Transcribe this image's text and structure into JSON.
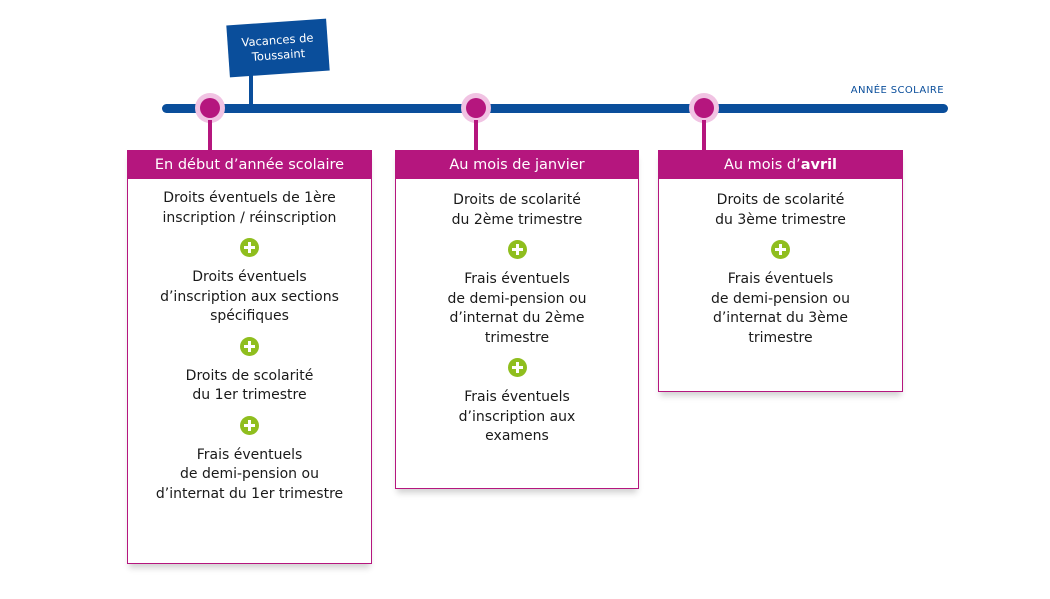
{
  "timeline": {
    "label": "ANNÉE SCOLAIRE"
  },
  "flag": {
    "line1": "Vacances de",
    "line2": "Toussaint"
  },
  "colors": {
    "timeline": "#0a4e9b",
    "accent": "#b5167e",
    "marker_halo": "#f1c3e3",
    "plus": "#8fbe1e"
  },
  "icons": {
    "plus": "plus-circle-icon"
  },
  "cards": [
    {
      "title": "En début d’année scolaire",
      "items": [
        [
          "Droits éventuels de 1ère",
          "inscription / réinscription"
        ],
        [
          "Droits éventuels",
          "d’inscription aux sections",
          "spécifiques"
        ],
        [
          "Droits de scolarité",
          "du 1er trimestre"
        ],
        [
          "Frais éventuels",
          "de demi-pension ou",
          "d’internat du 1er trimestre"
        ]
      ]
    },
    {
      "title": "Au mois de janvier",
      "items": [
        [
          "Droits de scolarité",
          "du 2ème trimestre"
        ],
        [
          "Frais éventuels",
          "de demi-pension ou",
          "d’internat du 2ème",
          "trimestre"
        ],
        [
          "Frais éventuels",
          "d’inscription aux",
          "examens"
        ]
      ]
    },
    {
      "title_prefix": "Au mois d’",
      "title_bold": "avril",
      "items": [
        [
          "Droits de scolarité",
          "du 3ème trimestre"
        ],
        [
          "Frais éventuels",
          "de demi-pension ou",
          "d’internat du 3ème",
          "trimestre"
        ]
      ]
    }
  ]
}
